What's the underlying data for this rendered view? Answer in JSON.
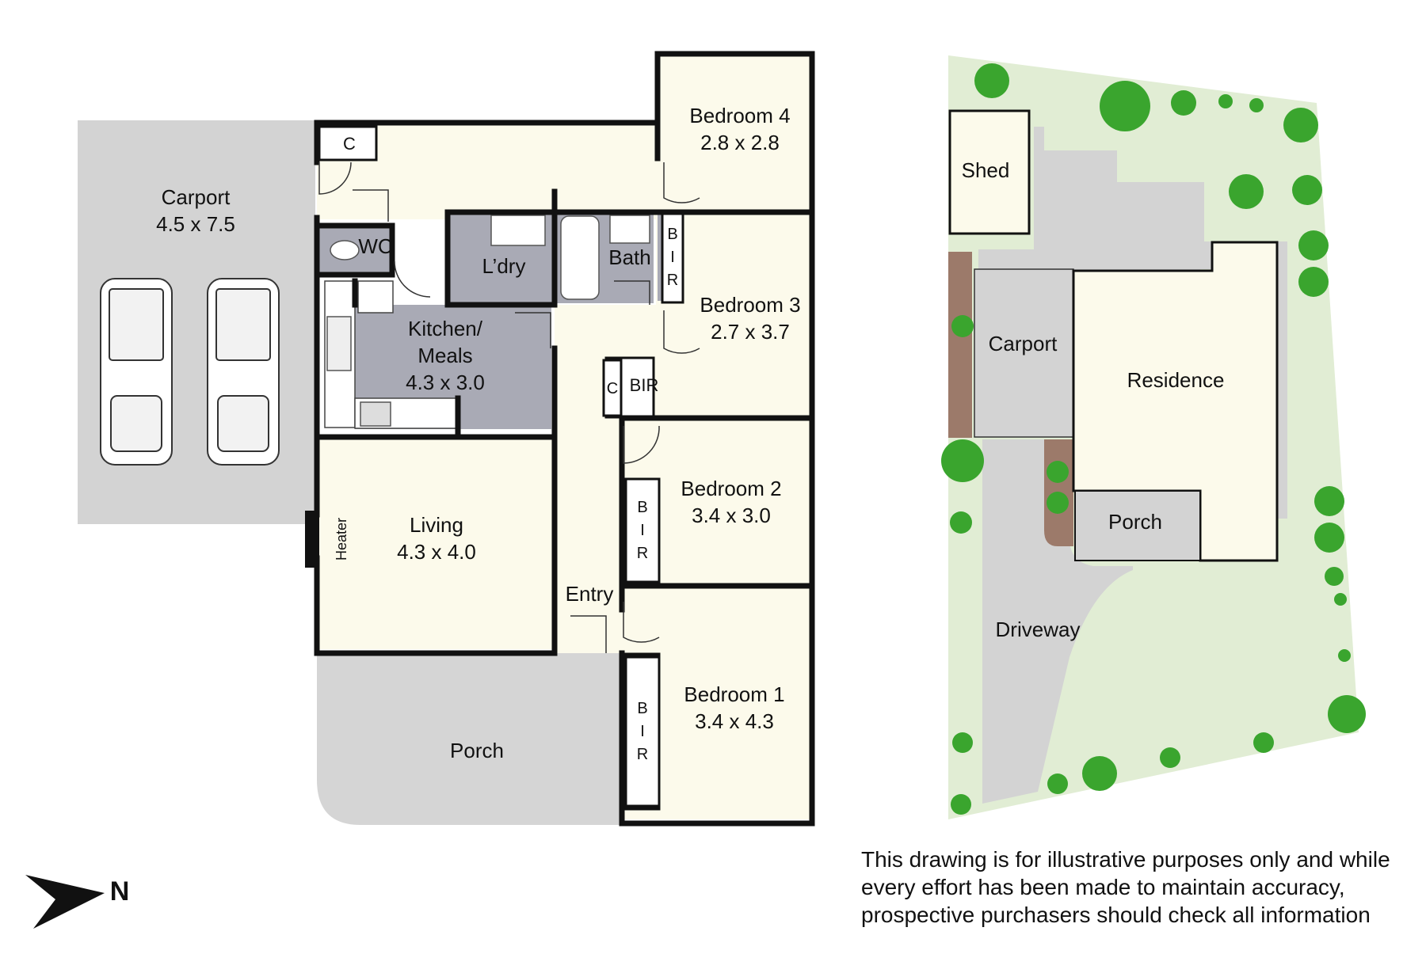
{
  "floor_plan": {
    "carport": {
      "name": "Carport",
      "size": "4.5 x 7.5"
    },
    "bedroom4": {
      "name": "Bedroom 4",
      "size": "2.8 x 2.8"
    },
    "bedroom3": {
      "name": "Bedroom 3",
      "size": "2.7 x 3.7"
    },
    "bedroom2": {
      "name": "Bedroom 2",
      "size": "3.4 x 3.0"
    },
    "bedroom1": {
      "name": "Bedroom 1",
      "size": "3.4 x 4.3"
    },
    "kitchen": {
      "name_line1": "Kitchen/",
      "name_line2": "Meals",
      "size": "4.3 x 3.0"
    },
    "living": {
      "name": "Living",
      "size": "4.3 x 4.0"
    },
    "laundry": "L’dry",
    "bath": "Bath",
    "wc": "WC",
    "cupboard": "C",
    "cupboard2": "C",
    "bir_hall": "BIR",
    "bir_letters": {
      "b": "B",
      "i": "I",
      "r": "R"
    },
    "entry": "Entry",
    "porch": "Porch",
    "heater": "Heater"
  },
  "site_plan": {
    "shed": "Shed",
    "carport": "Carport",
    "residence": "Residence",
    "porch": "Porch",
    "driveway": "Driveway"
  },
  "compass": {
    "label": "N"
  },
  "disclaimer": {
    "line1": "This drawing is for illustrative purposes only and while",
    "line2": "every effort has been made to maintain accuracy,",
    "line3": "prospective purchasers should check all information"
  },
  "colors": {
    "wall": "#111111",
    "room_cream": "#fcfaeb",
    "wet_area": "#a9aab5",
    "carport_grey": "#d3d3d3",
    "lawn": "#e1edd4",
    "tree": "#3aa52e",
    "garden_bed": "#9c7a6a"
  }
}
